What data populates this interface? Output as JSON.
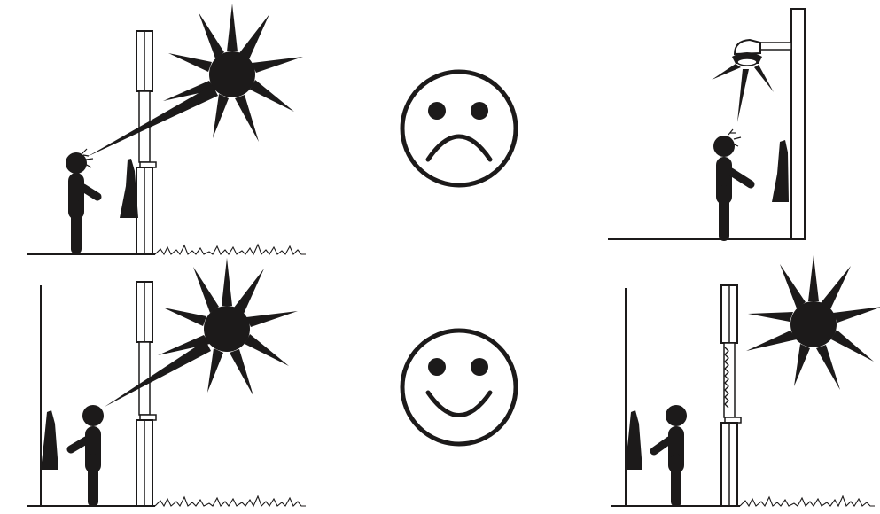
{
  "colors": {
    "ink": "#1c1a1a",
    "background": "#ffffff"
  },
  "panels": [
    {
      "name": "outdoor-sun-glare",
      "outcome": "bad"
    },
    {
      "name": "indoor-lamp-glare",
      "outcome": "bad"
    },
    {
      "name": "outdoor-sun-shielded",
      "outcome": "good"
    },
    {
      "name": "outdoor-sun-behind",
      "outcome": "good"
    }
  ],
  "faces": [
    {
      "mood": "sad",
      "icon": "sad-face-icon"
    },
    {
      "mood": "happy",
      "icon": "happy-face-icon"
    }
  ]
}
